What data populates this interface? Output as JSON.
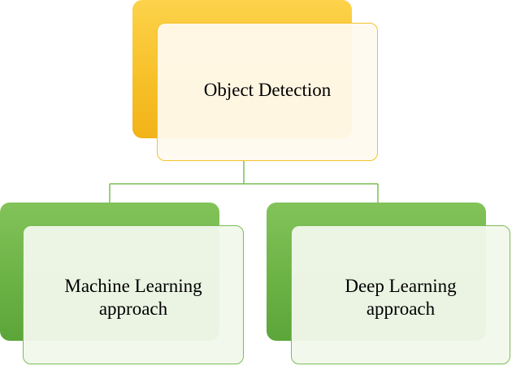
{
  "diagram": {
    "root": {
      "label": "Object Detection"
    },
    "children": [
      {
        "label": "Machine Learning\napproach"
      },
      {
        "label": "Deep Learning\napproach"
      }
    ]
  },
  "colors": {
    "root_fill": "#f7c12a",
    "root_border": "#f2c42c",
    "root_inner": "#fffaee",
    "child_fill": "#6cb345",
    "child_border": "#7cbd55",
    "child_inner": "#f2f8ec",
    "connector": "#7cbd55"
  }
}
